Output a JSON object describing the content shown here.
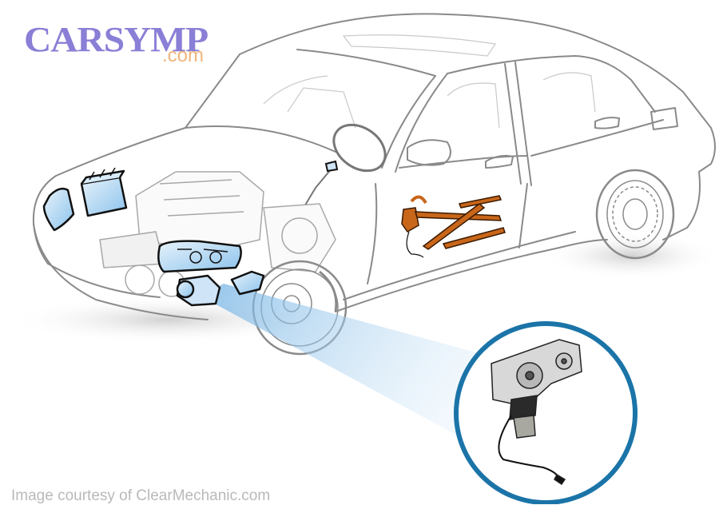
{
  "logo": {
    "main": "CARSYMP",
    "sub": ".com",
    "main_color": "#8a7fd6",
    "sub_color": "#f2b57a"
  },
  "illustration": {
    "subject": "sedan-cutaway-window-regulator-motor",
    "highlight_color": "#7fb8e6",
    "part_color": "#c8661a",
    "callout_ring_color": "#1b74a8",
    "highlighted_parts": [
      "battery",
      "headlight",
      "engine-component",
      "starter-motor",
      "fog-light"
    ],
    "featured_part": "window-regulator"
  },
  "caption": {
    "text": "Image courtesy of ClearMechanic.com"
  }
}
